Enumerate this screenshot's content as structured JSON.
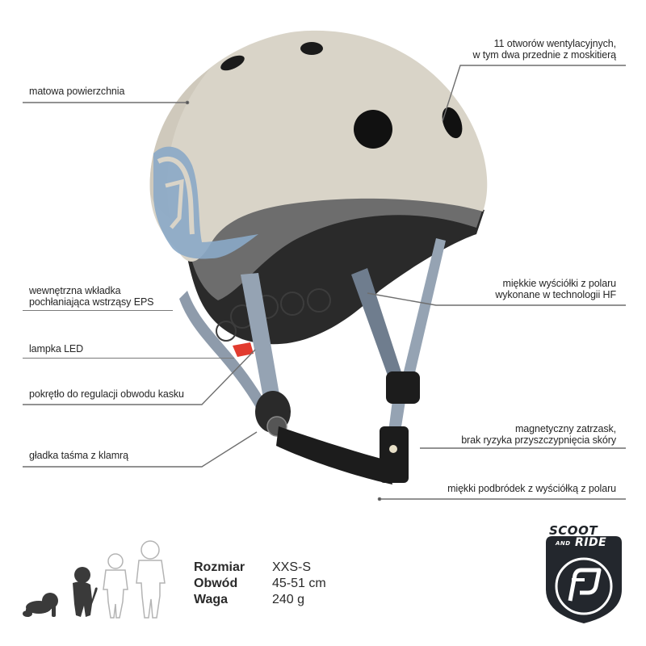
{
  "product": {
    "name": "Scoot and Ride helmet",
    "shell_color": "#d9d4c8",
    "accent_color": "#7f9fbf",
    "strap_color": "#8e9bab",
    "dark_color": "#1c1c1c",
    "led_color": "#e23b2f"
  },
  "annotations": {
    "left": [
      {
        "id": "matte",
        "text": "matowa powierzchnia"
      },
      {
        "id": "eps",
        "line1": "wewnętrzna wkładka",
        "line2": "pochłaniająca wstrząsy EPS"
      },
      {
        "id": "led",
        "text": "lampka LED"
      },
      {
        "id": "dial",
        "text": "pokrętło do regulacji obwodu kasku"
      },
      {
        "id": "strap",
        "text": "gładka taśma z klamrą"
      }
    ],
    "right": [
      {
        "id": "vents",
        "line1": "11 otworów wentylacyjnych,",
        "line2": "w tym dwa przednie z moskitierą"
      },
      {
        "id": "padding",
        "line1": "miękkie wyściółki z polaru",
        "line2": "wykonane w technologii HF"
      },
      {
        "id": "magnetic",
        "line1": "magnetyczny zatrzask,",
        "line2": "brak  ryzyka przyszczypnięcia skóry"
      },
      {
        "id": "chin",
        "text": "miękki podbródek z wyściółką z polaru"
      }
    ]
  },
  "specs": {
    "rows": [
      {
        "key": "Rozmiar",
        "value": "XXS-S"
      },
      {
        "key": "Obwód",
        "value": "45-51 cm"
      },
      {
        "key": "Waga",
        "value": "240 g"
      }
    ]
  },
  "age_icons": [
    {
      "name": "crawling-baby-icon",
      "style": "filled"
    },
    {
      "name": "toddler-icon",
      "style": "filled"
    },
    {
      "name": "child-icon",
      "style": "outline"
    },
    {
      "name": "older-child-icon",
      "style": "outline"
    }
  ],
  "logo": {
    "line1": "SCOOT",
    "line2_small": "AND",
    "line2": "RIDE"
  }
}
